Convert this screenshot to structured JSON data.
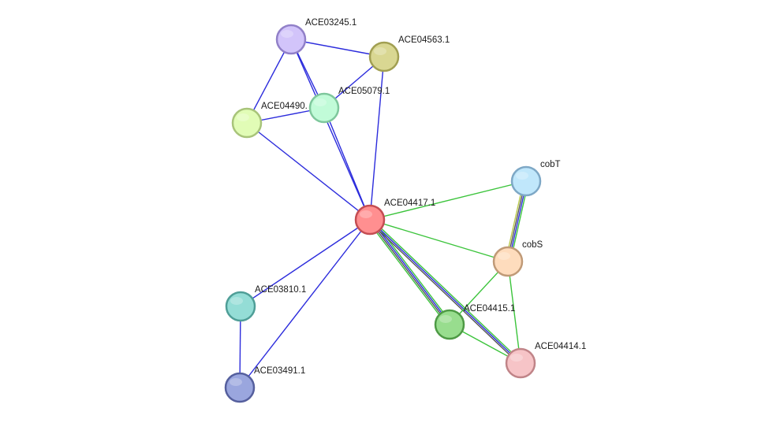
{
  "nodes": [
    {
      "id": "ACE03245.1",
      "label": "ACE03245.1",
      "fill": "#d2c4fa",
      "stroke": "#9180c8"
    },
    {
      "id": "ACE04563.1",
      "label": "ACE04563.1",
      "fill": "#d9d792",
      "stroke": "#a19f52"
    },
    {
      "id": "ACE04490",
      "label": "ACE04490.",
      "fill": "#e1fcb6",
      "stroke": "#a8c47a"
    },
    {
      "id": "ACE05079.1",
      "label": "ACE05079.1",
      "fill": "#c1fbd8",
      "stroke": "#7ec79c"
    },
    {
      "id": "ACE04417.1",
      "label": "ACE04417.1",
      "fill": "#ff8f90",
      "stroke": "#c44d52"
    },
    {
      "id": "cobT",
      "label": "cobT",
      "fill": "#c0e7fb",
      "stroke": "#7ea8c6"
    },
    {
      "id": "cobS",
      "label": "cobS",
      "fill": "#fedcbd",
      "stroke": "#c09a77"
    },
    {
      "id": "ACE03810.1",
      "label": "ACE03810.1",
      "fill": "#94ddd6",
      "stroke": "#4f9e97"
    },
    {
      "id": "ACE04415.1",
      "label": "ACE04415.1",
      "fill": "#98dd8e",
      "stroke": "#4e9a45"
    },
    {
      "id": "ACE04414.1",
      "label": "ACE04414.1",
      "fill": "#f6c4c7",
      "stroke": "#c08488"
    },
    {
      "id": "ACE03491.1",
      "label": "ACE03491.1",
      "fill": "#9aa6de",
      "stroke": "#555f9d"
    }
  ],
  "edges": [
    {
      "source": "ACE03245.1",
      "target": "ACE04563.1",
      "colors": [
        "#2c2cdc"
      ]
    },
    {
      "source": "ACE03245.1",
      "target": "ACE04490",
      "colors": [
        "#2c2cdc"
      ]
    },
    {
      "source": "ACE03245.1",
      "target": "ACE05079.1",
      "colors": [
        "#2c2cdc"
      ]
    },
    {
      "source": "ACE03245.1",
      "target": "ACE04417.1",
      "colors": [
        "#2c2cdc"
      ]
    },
    {
      "source": "ACE04563.1",
      "target": "ACE05079.1",
      "colors": [
        "#2c2cdc"
      ]
    },
    {
      "source": "ACE04563.1",
      "target": "ACE04417.1",
      "colors": [
        "#2c2cdc"
      ]
    },
    {
      "source": "ACE04490",
      "target": "ACE05079.1",
      "colors": [
        "#2c2cdc"
      ]
    },
    {
      "source": "ACE04490",
      "target": "ACE04417.1",
      "colors": [
        "#2c2cdc"
      ]
    },
    {
      "source": "ACE05079.1",
      "target": "ACE04417.1",
      "colors": [
        "#2c2cdc"
      ]
    },
    {
      "source": "ACE04417.1",
      "target": "cobT",
      "colors": [
        "#3cc43c"
      ]
    },
    {
      "source": "ACE04417.1",
      "target": "cobS",
      "colors": [
        "#3cc43c"
      ]
    },
    {
      "source": "ACE04417.1",
      "target": "ACE03810.1",
      "colors": [
        "#2c2cdc"
      ]
    },
    {
      "source": "ACE04417.1",
      "target": "ACE03491.1",
      "colors": [
        "#2c2cdc"
      ]
    },
    {
      "source": "ACE04417.1",
      "target": "ACE04415.1",
      "colors": [
        "#3cc43c",
        "#2c2cdc",
        "#555555",
        "#3cc43c"
      ]
    },
    {
      "source": "ACE04417.1",
      "target": "ACE04414.1",
      "colors": [
        "#3cc43c",
        "#2c2cdc",
        "#555555"
      ]
    },
    {
      "source": "cobT",
      "target": "cobS",
      "colors": [
        "#3cc43c",
        "#2c2cdc",
        "#555555",
        "#b8c84a"
      ]
    },
    {
      "source": "cobS",
      "target": "ACE04415.1",
      "colors": [
        "#3cc43c"
      ]
    },
    {
      "source": "cobS",
      "target": "ACE04414.1",
      "colors": [
        "#3cc43c"
      ]
    },
    {
      "source": "ACE04415.1",
      "target": "ACE04414.1",
      "colors": [
        "#3cc43c"
      ]
    },
    {
      "source": "ACE03810.1",
      "target": "ACE03491.1",
      "colors": [
        "#2c2cdc"
      ]
    }
  ]
}
